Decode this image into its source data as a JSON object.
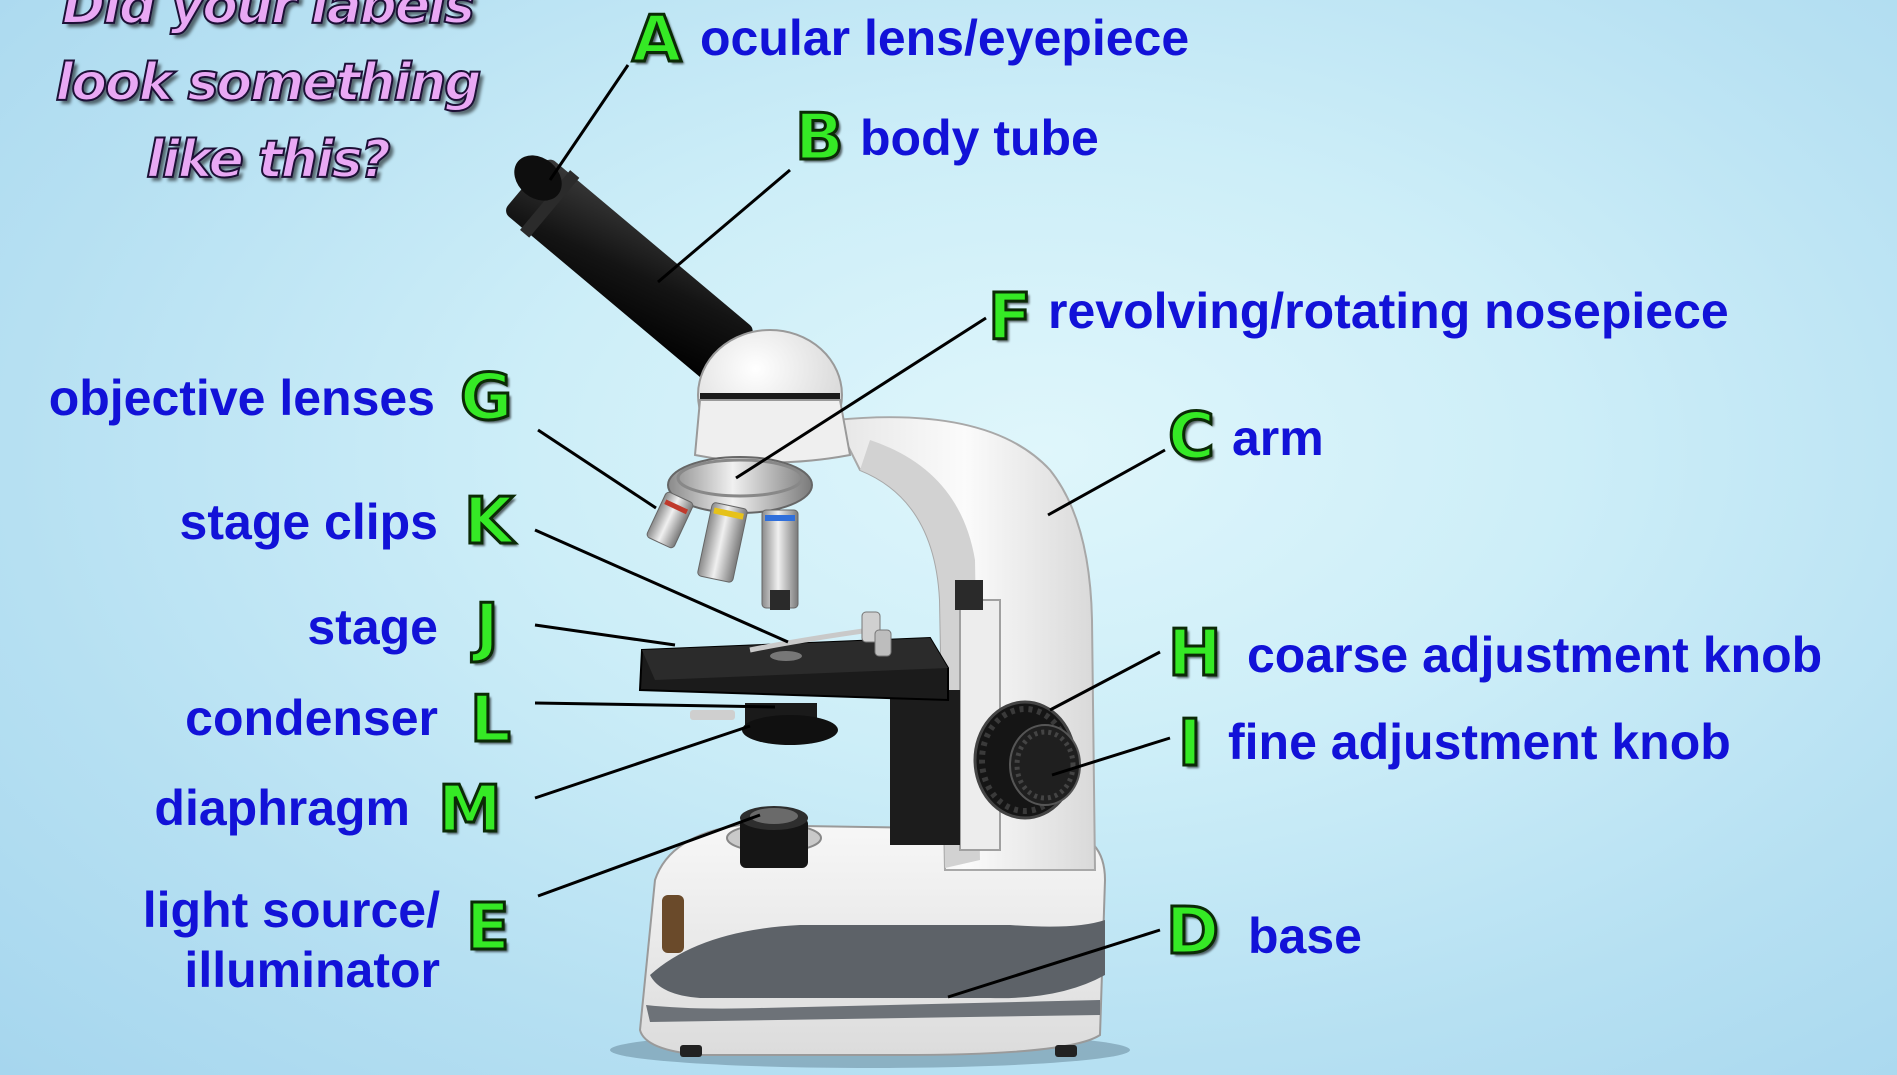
{
  "heading": {
    "line1": "Did your labels",
    "line2": "look something",
    "line3": "like this?"
  },
  "parts": [
    {
      "letter": "A",
      "label": "ocular lens/eyepiece"
    },
    {
      "letter": "B",
      "label": "body tube"
    },
    {
      "letter": "F",
      "label": "revolving/rotating nosepiece"
    },
    {
      "letter": "G",
      "label": "objective lenses"
    },
    {
      "letter": "C",
      "label": "arm"
    },
    {
      "letter": "K",
      "label": "stage clips"
    },
    {
      "letter": "J",
      "label": "stage"
    },
    {
      "letter": "H",
      "label": "coarse adjustment knob"
    },
    {
      "letter": "L",
      "label": "condenser"
    },
    {
      "letter": "I",
      "label": "fine adjustment knob"
    },
    {
      "letter": "M",
      "label": "diaphragm"
    },
    {
      "letter": "E",
      "label_line1": "light source/",
      "label_line2": "illuminator"
    },
    {
      "letter": "D",
      "label": "base"
    }
  ],
  "colors": {
    "background": "#c6eaf7",
    "letter_fill": "#35ea25",
    "label_text": "#1212d8",
    "heading_fill": "#e9a8f4"
  }
}
